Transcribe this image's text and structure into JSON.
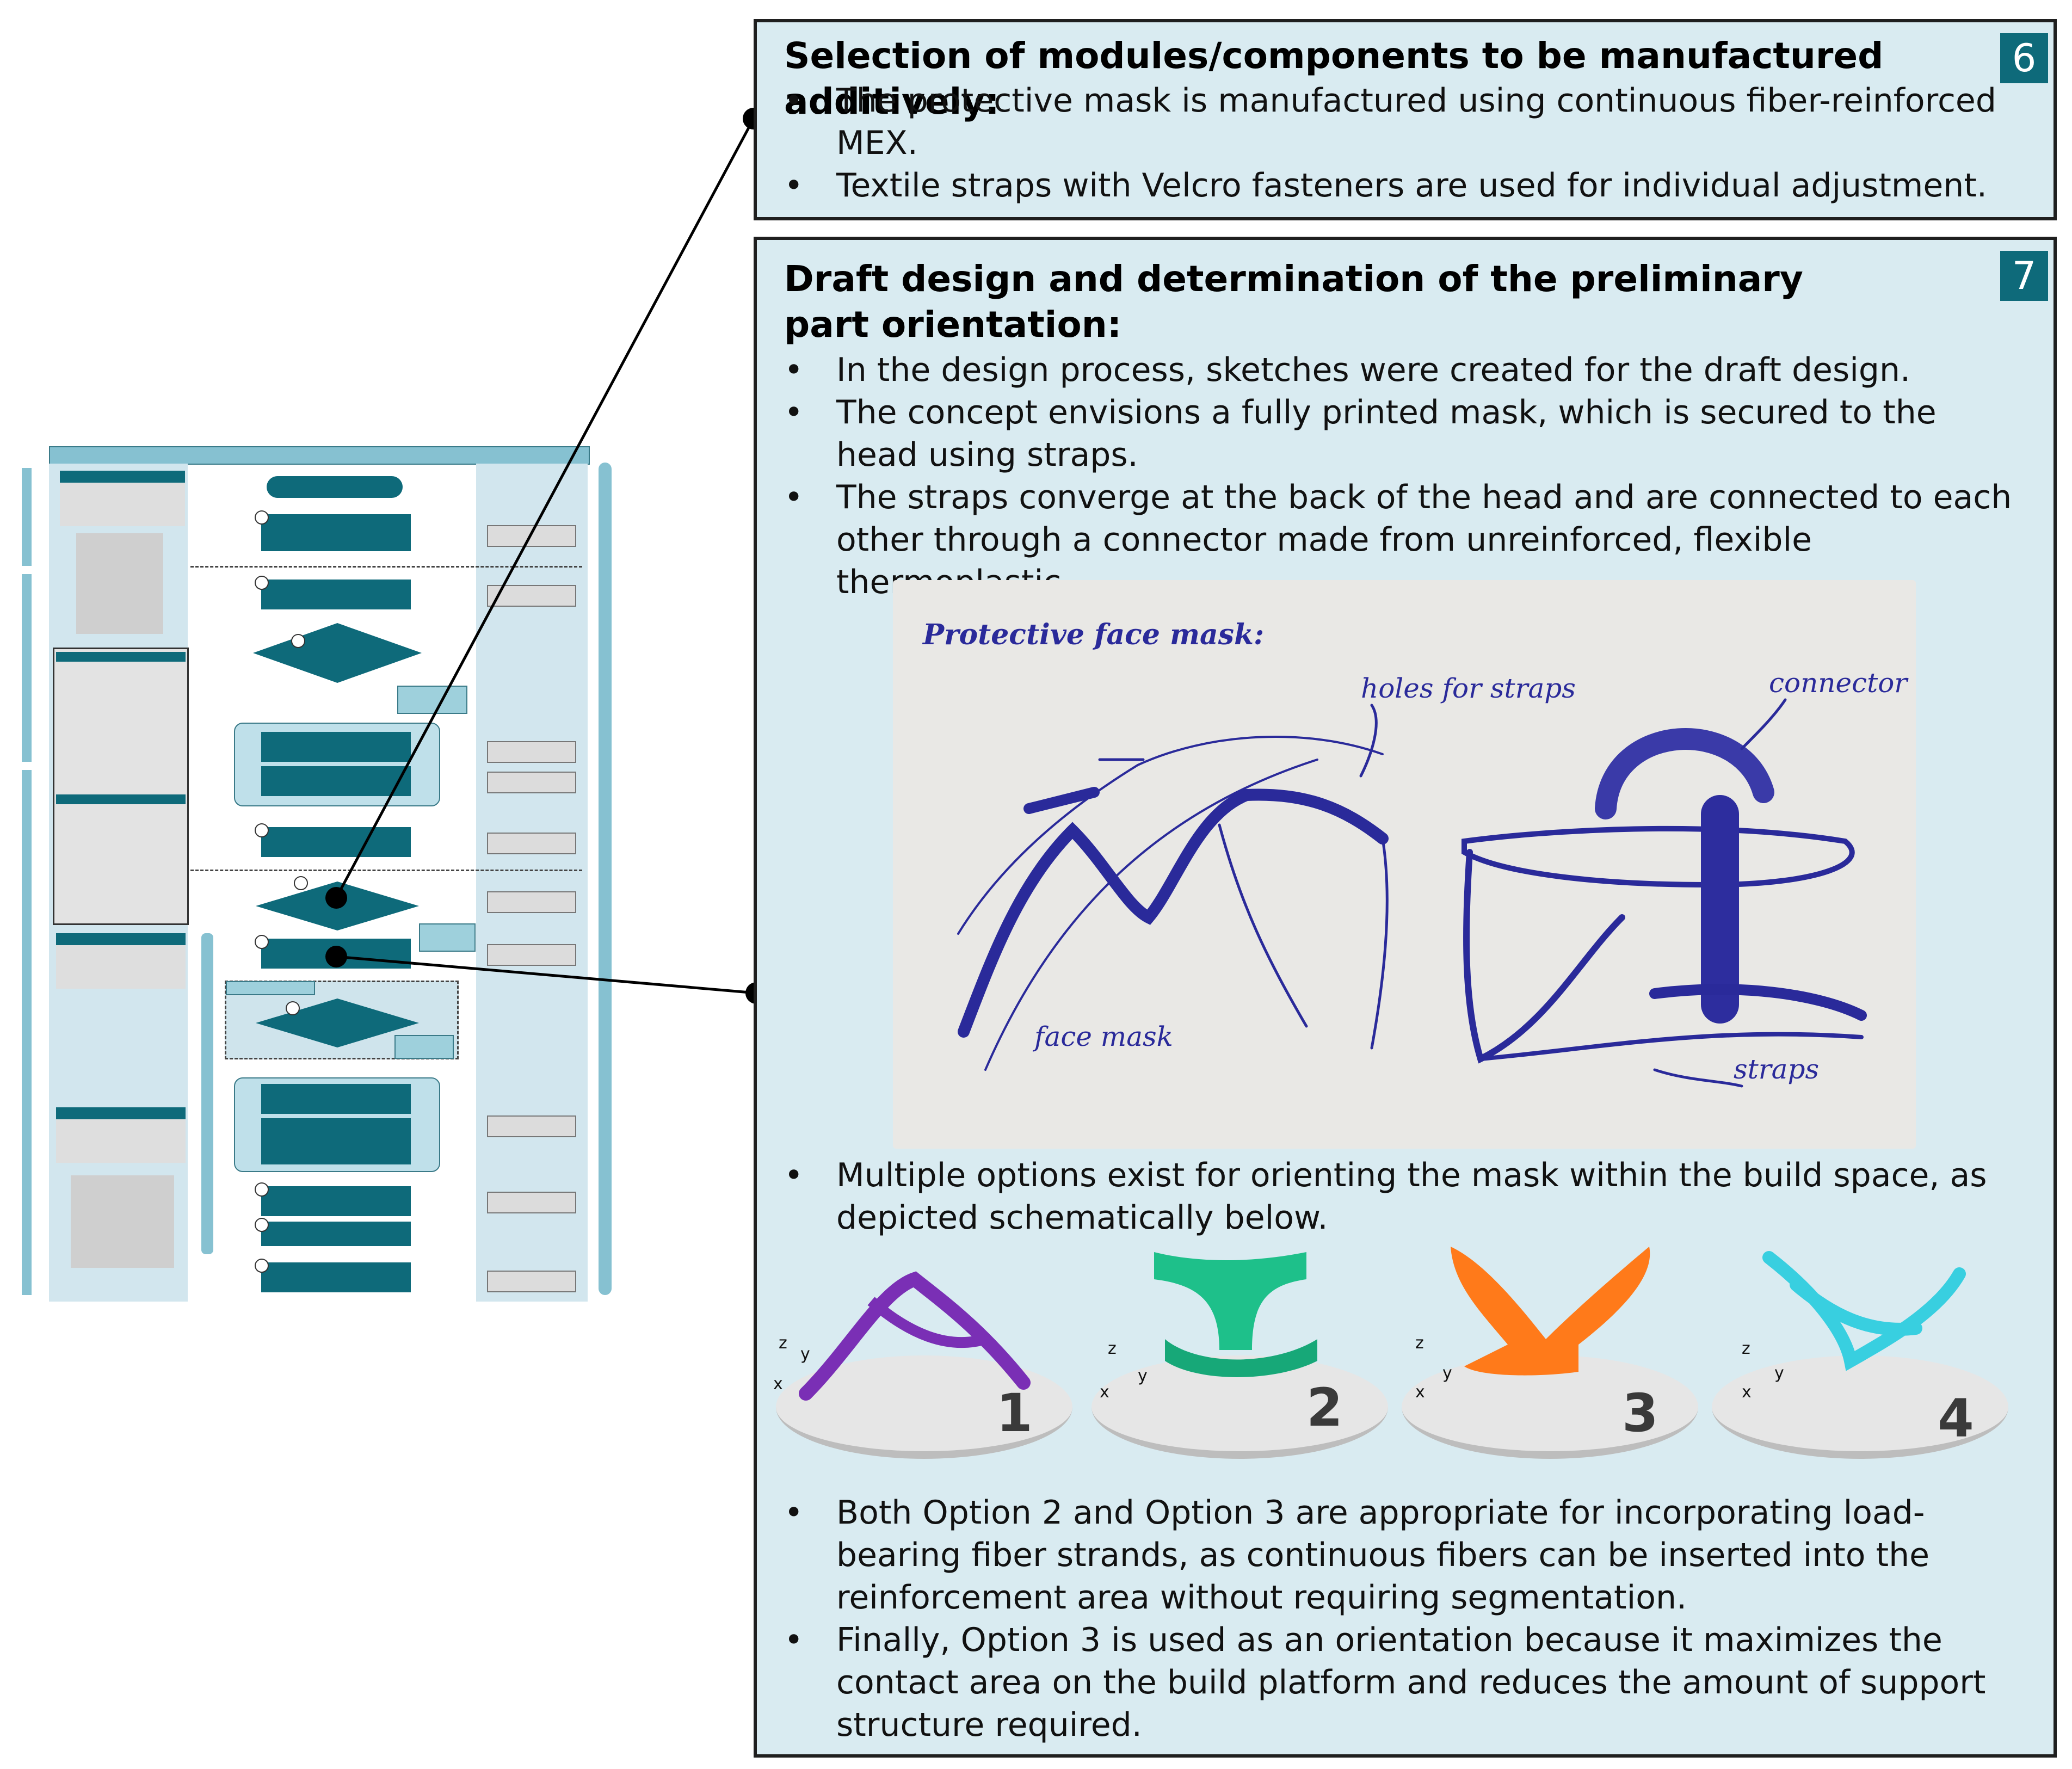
{
  "colors": {
    "accent": "#0e6a7a",
    "panel_bg": "#d9ebf1",
    "light_bar": "#86c1d1",
    "sketch_ink": "#2a2a9a"
  },
  "panel6": {
    "title": "Selection of modules/components to be manufactured additively:",
    "badge": "6",
    "bullets": [
      "The protective mask is manufactured using continuous fiber-reinforced MEX.",
      "Textile straps with Velcro fasteners are used for individual adjustment."
    ]
  },
  "panel7": {
    "title": "Draft design and determination of the preliminary part orientation:",
    "badge": "7",
    "bullets_top": [
      "In the design process, sketches were created for the draft design.",
      "The concept envisions a fully printed mask, which is secured to the head using straps.",
      "The straps converge at the back of the head and are connected to each other through a connector made from unreinforced, flexible thermoplastic."
    ],
    "sketch": {
      "title": "Protective face mask:",
      "labels": [
        "holes for straps",
        "connector",
        "face mask",
        "straps"
      ]
    },
    "bullets_mid": [
      "Multiple options exist for orienting the mask within the build space, as depicted schematically below."
    ],
    "options": [
      {
        "number": "1",
        "color": "#7a2fb5"
      },
      {
        "number": "2",
        "color": "#1ec08a"
      },
      {
        "number": "3",
        "color": "#ff7a1a"
      },
      {
        "number": "4",
        "color": "#38cfe0"
      }
    ],
    "axis_labels": {
      "x": "x",
      "y": "y",
      "z": "z"
    },
    "bullets_bottom": [
      "Both Option 2 and Option 3 are appropriate for incorporating load-bearing fiber strands, as continuous fibers can be inserted into the reinforcement area without requiring segmentation.",
      "Finally, Option 3 is used as an orientation because it maximizes the contact area on the build platform and reduces the amount of support structure required."
    ]
  }
}
